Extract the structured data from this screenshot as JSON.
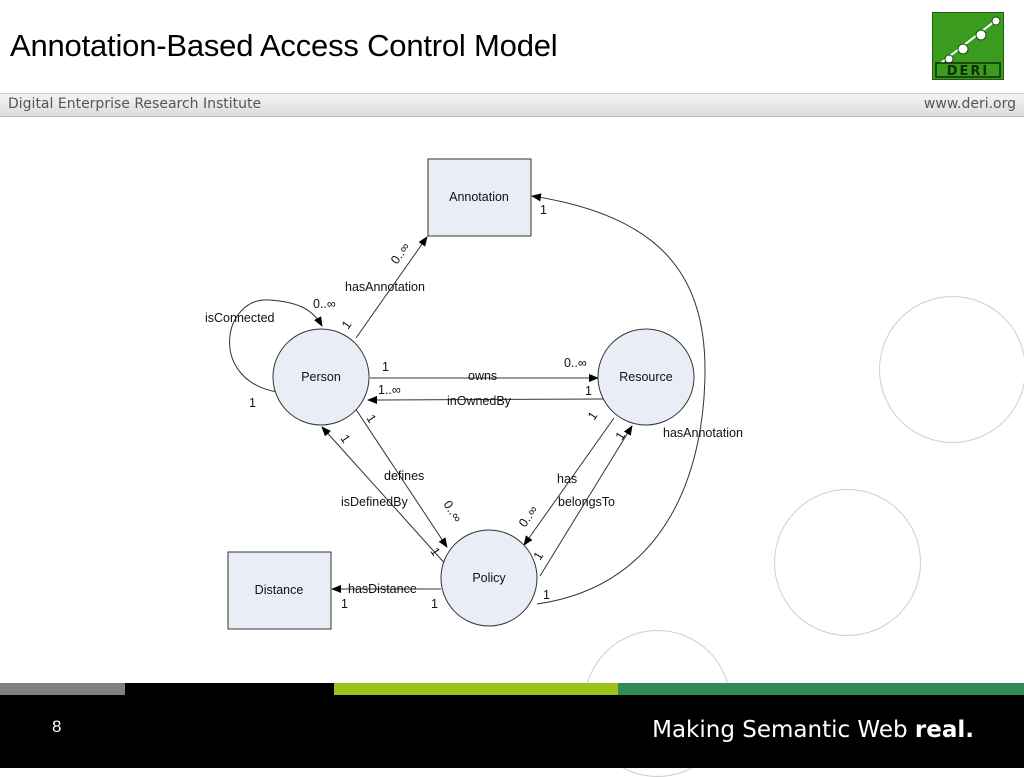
{
  "slide": {
    "title": "Annotation-Based Access Control Model",
    "page_number": "8"
  },
  "logo": {
    "text": "DERI"
  },
  "header_band": {
    "left_text": "Digital Enterprise Research Institute",
    "right_text": "www.deri.org"
  },
  "footer": {
    "tagline_prefix": "Making Semantic Web ",
    "tagline_bold": "real."
  },
  "colors": {
    "logo_green": "#3a9b1e",
    "stripe_gray": "#808080",
    "stripe_black": "#000000",
    "stripe_lime": "#9bc11a",
    "stripe_green": "#2f8a55",
    "node_fill": "#e9eef6"
  },
  "diagram": {
    "nodes": {
      "annotation": "Annotation",
      "person": "Person",
      "resource": "Resource",
      "policy": "Policy",
      "distance": "Distance"
    },
    "edges": {
      "person_annotation": {
        "label": "hasAnnotation",
        "source_mult": "1",
        "target_mult": "0..∞"
      },
      "is_connected": {
        "label": "isConnected",
        "source_mult": "1",
        "target_mult": "0..∞"
      },
      "owns": {
        "label": "owns",
        "source_mult": "1",
        "target_mult": "0..∞"
      },
      "in_owned_by": {
        "label": "inOwnedBy",
        "source_mult": "1",
        "target_mult": "1..∞"
      },
      "defines": {
        "label": "defines",
        "source_mult": "1",
        "target_mult": "0..∞"
      },
      "is_defined_by": {
        "label": "isDefinedBy",
        "source_mult": "1",
        "target_mult": "1"
      },
      "has": {
        "label": "has",
        "source_mult": "1",
        "target_mult": "0..∞"
      },
      "belongs_to": {
        "label": "belongsTo",
        "source_mult": "1",
        "target_mult": "1"
      },
      "resource_annotation": {
        "label": "hasAnnotation",
        "source_mult": "1",
        "target_mult": "1"
      },
      "has_distance": {
        "label": "hasDistance",
        "source_mult": "1",
        "target_mult": "1"
      }
    }
  }
}
